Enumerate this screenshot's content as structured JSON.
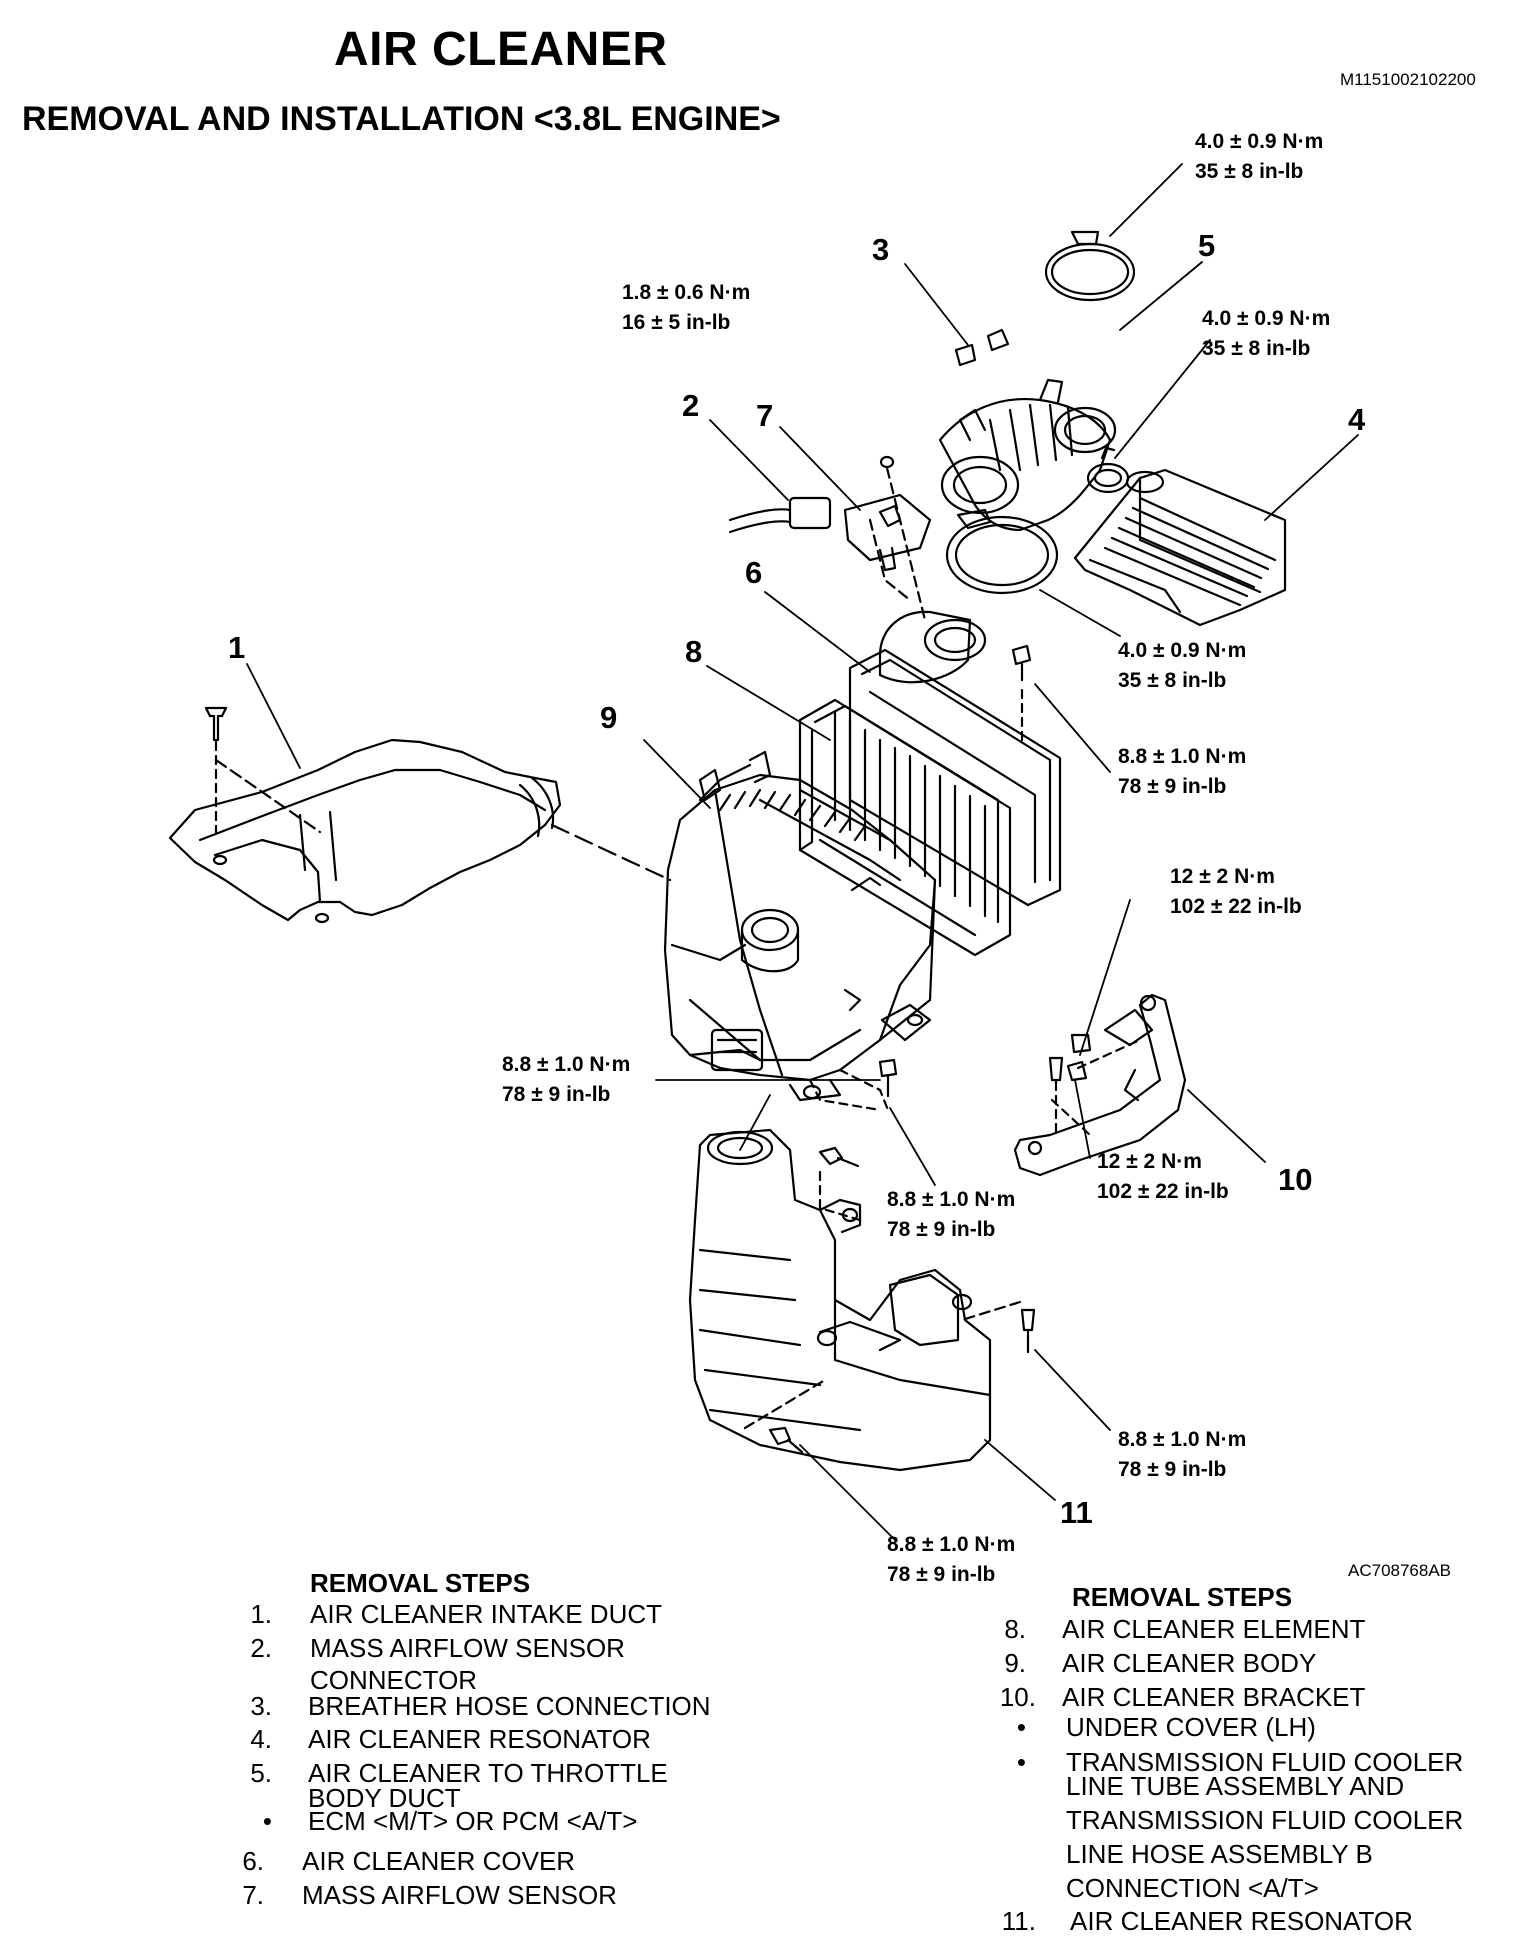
{
  "header": {
    "title": "AIR CLEANER",
    "subtitle": "REMOVAL AND INSTALLATION <3.8L ENGINE>",
    "doc_id": "M1151002102200"
  },
  "figure_id": "AC708768AB",
  "torque_labels": [
    {
      "nm": "4.0 ± 0.9  N·m",
      "inlb": "35 ± 8 in-lb"
    },
    {
      "nm": "1.8 ± 0.6  N·m",
      "inlb": "16 ± 5 in-lb"
    },
    {
      "nm": "4.0 ± 0.9  N·m",
      "inlb": "35 ± 8 in-lb"
    },
    {
      "nm": "4.0 ± 0.9  N·m",
      "inlb": "35 ± 8 in-lb"
    },
    {
      "nm": "8.8 ± 1.0  N·m",
      "inlb": "78 ± 9 in-lb"
    },
    {
      "nm": "12 ± 2  N·m",
      "inlb": "102 ± 22 in-lb"
    },
    {
      "nm": "8.8 ± 1.0  N·m",
      "inlb": "78 ± 9 in-lb"
    },
    {
      "nm": "8.8 ± 1.0  N·m",
      "inlb": "78 ± 9 in-lb"
    },
    {
      "nm": "12 ± 2  N·m",
      "inlb": "102 ± 22 in-lb"
    },
    {
      "nm": "8.8 ± 1.0  N·m",
      "inlb": "78 ± 9 in-lb"
    },
    {
      "nm": "8.8 ± 1.0  N·m",
      "inlb": "78 ± 9 in-lb"
    }
  ],
  "callouts": [
    "1",
    "2",
    "3",
    "4",
    "5",
    "6",
    "7",
    "8",
    "9",
    "10",
    "11"
  ],
  "removal_steps_left": {
    "heading": "REMOVAL STEPS",
    "items": [
      {
        "num": "1.",
        "text": "AIR CLEANER INTAKE DUCT"
      },
      {
        "num": "2.",
        "text": "MASS AIRFLOW SENSOR"
      },
      {
        "num": "",
        "text": "CONNECTOR"
      },
      {
        "num": "3.",
        "text": "BREATHER HOSE CONNECTION"
      },
      {
        "num": "4.",
        "text": "AIR CLEANER RESONATOR"
      },
      {
        "num": "5.",
        "text": "AIR CLEANER TO THROTTLE"
      },
      {
        "num": "",
        "text": "BODY DUCT"
      },
      {
        "num": "•",
        "text": "ECM <M/T> OR PCM <A/T>"
      },
      {
        "num": "6.",
        "text": "AIR CLEANER COVER"
      },
      {
        "num": "7.",
        "text": "MASS AIRFLOW SENSOR"
      }
    ]
  },
  "removal_steps_right": {
    "heading": "REMOVAL STEPS",
    "items": [
      {
        "num": "8.",
        "text": "AIR CLEANER ELEMENT"
      },
      {
        "num": "9.",
        "text": "AIR CLEANER BODY"
      },
      {
        "num": "10.",
        "text": "AIR CLEANER BRACKET"
      },
      {
        "num": "•",
        "text": "UNDER COVER (LH)"
      },
      {
        "num": "•",
        "text": "TRANSMISSION FLUID COOLER"
      },
      {
        "num": "",
        "text": "LINE TUBE ASSEMBLY AND"
      },
      {
        "num": "",
        "text": "TRANSMISSION FLUID COOLER"
      },
      {
        "num": "",
        "text": "LINE HOSE ASSEMBLY B"
      },
      {
        "num": "",
        "text": "CONNECTION <A/T>"
      },
      {
        "num": "11.",
        "text": "AIR CLEANER RESONATOR"
      }
    ]
  }
}
